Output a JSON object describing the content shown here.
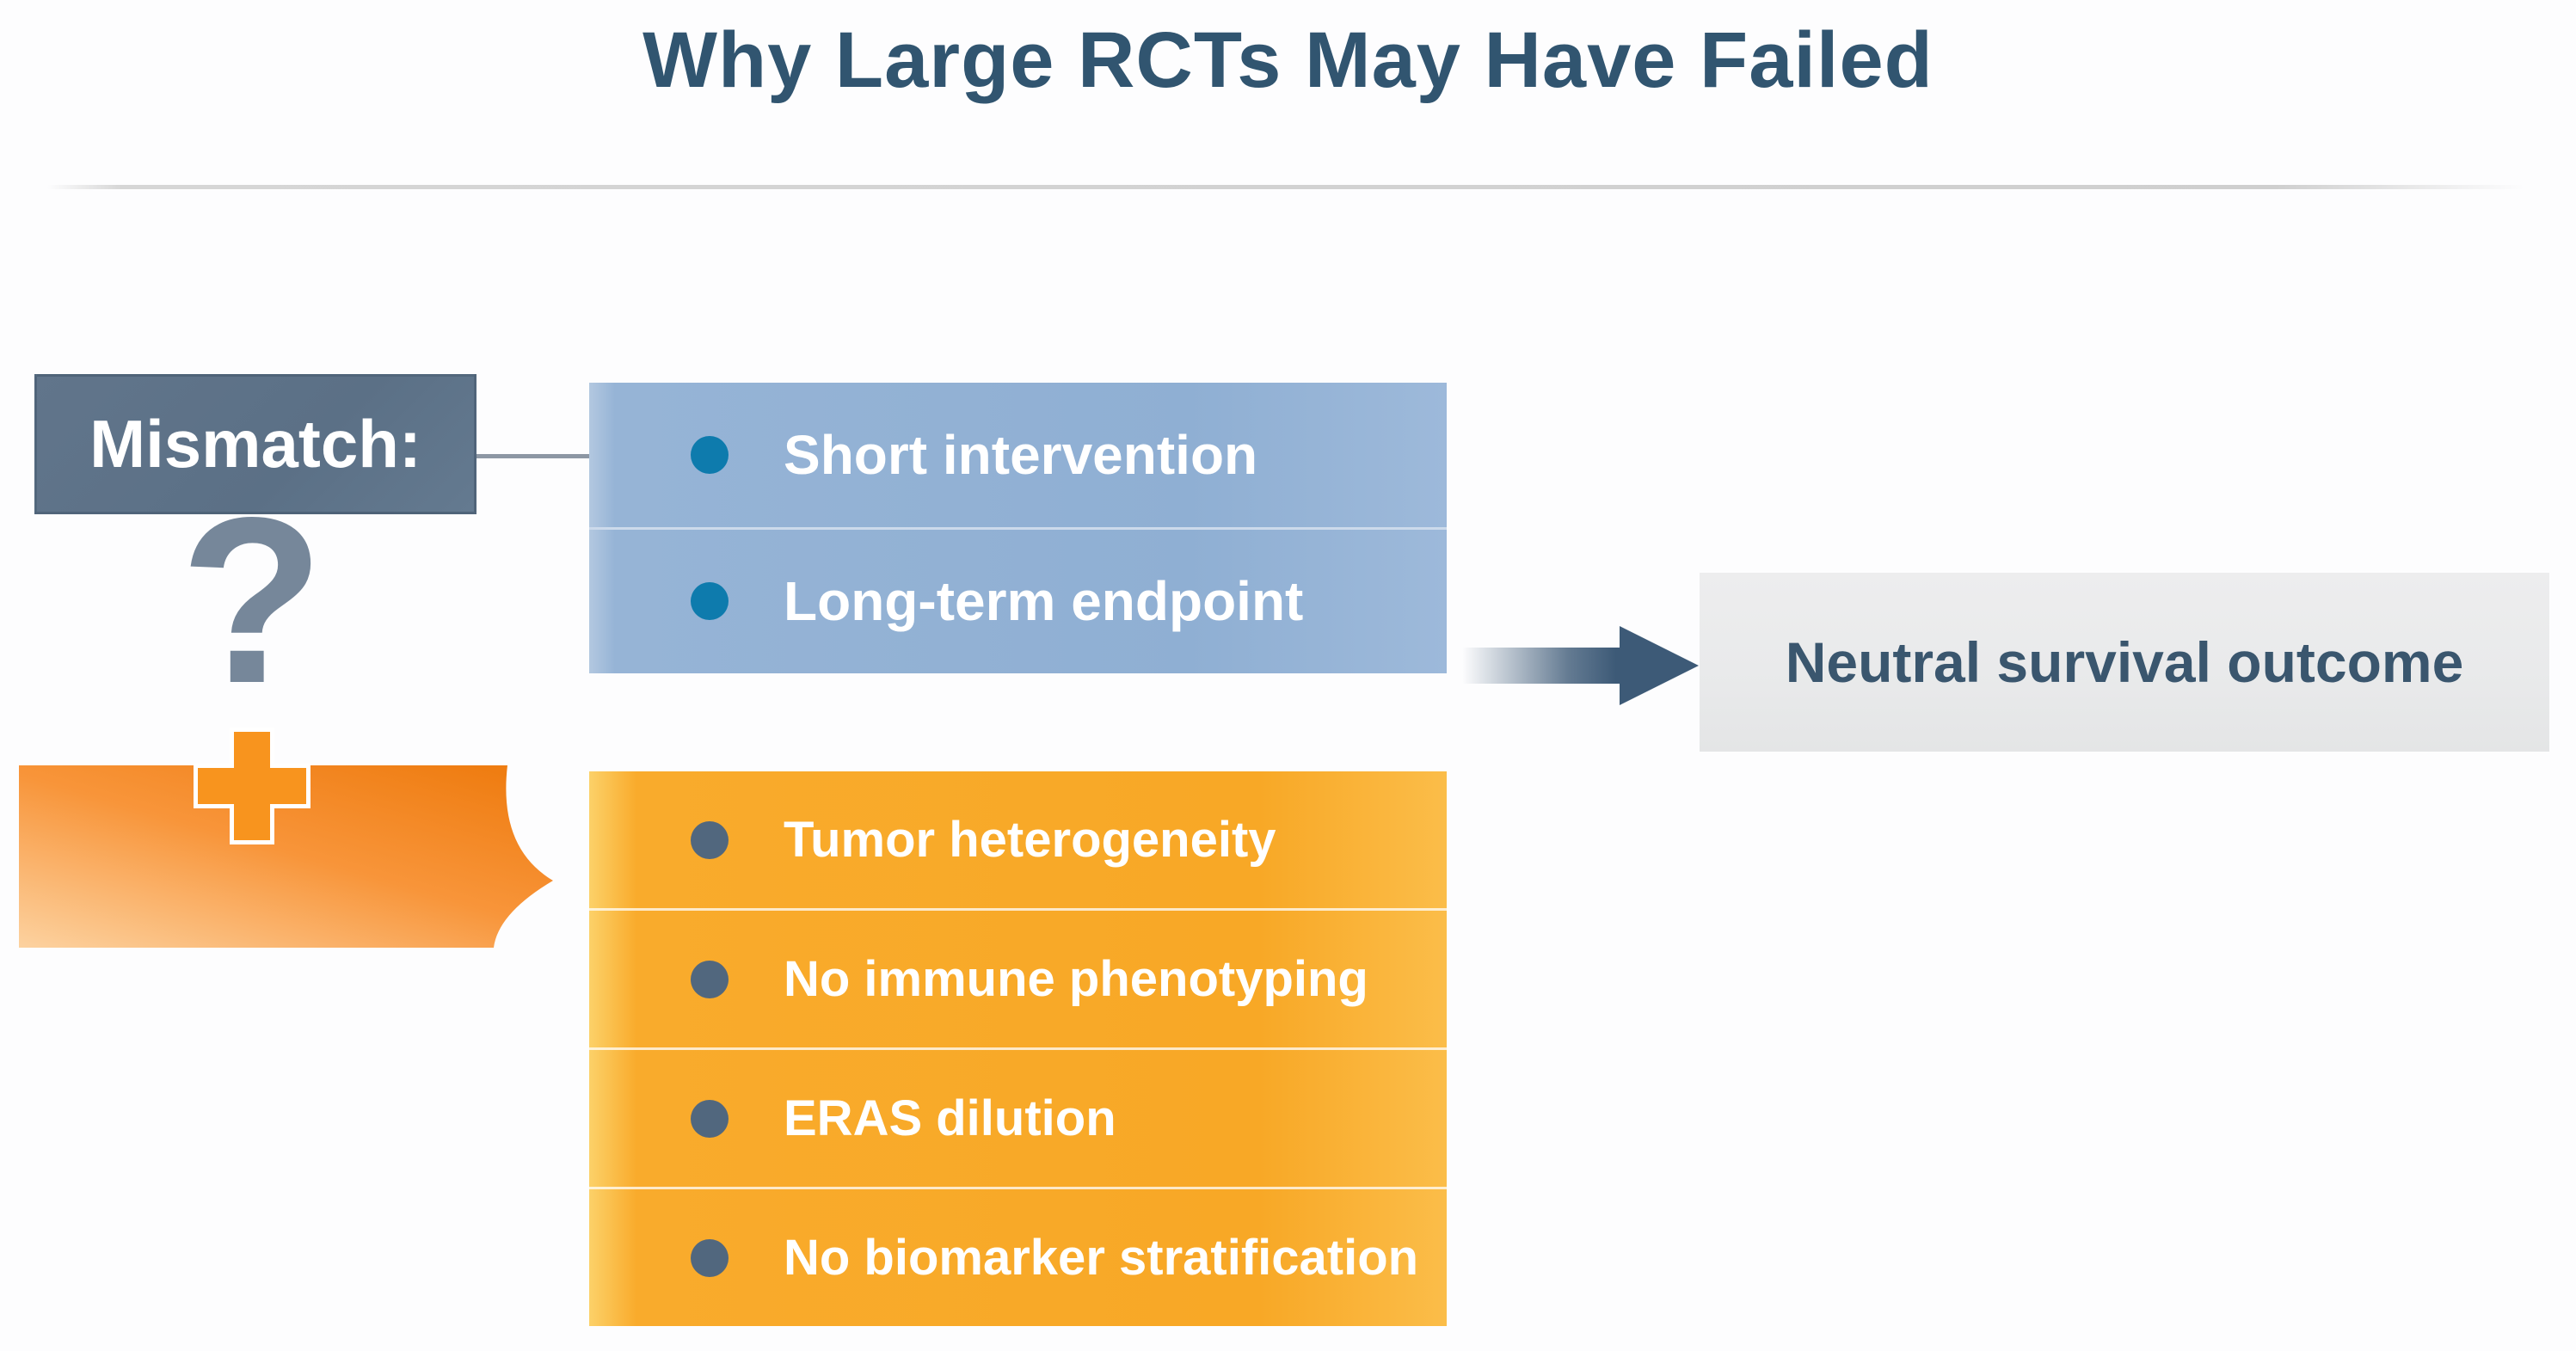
{
  "title": "Why Large RCTs May Have Failed",
  "mismatch": {
    "label": "Mismatch:",
    "question_mark": "?"
  },
  "design_factors": {
    "items": [
      "Short intervention",
      "Long-term endpoint"
    ]
  },
  "biology_factors": {
    "items": [
      "Tumor heterogeneity",
      "No immune phenotyping",
      "ERAS dilution",
      "No biomarker stratification"
    ]
  },
  "outcome": {
    "label": "Neutral survival outcome"
  },
  "icons": {
    "question_mark_icon": "question mark",
    "plus_icon": "plus / medical cross",
    "ribbon_icon": "orange ribbon banner with pointed tail",
    "arrow_icon": "right arrow",
    "bullet_icon": "round bullet dot"
  },
  "colors": {
    "title_text": "#315570",
    "divider": "#d0d0d0",
    "mismatch_box": "#5e7389",
    "mismatch_text": "#ffffff",
    "design_box": "#93b1d4",
    "design_bullet": "#0e7bad",
    "design_text": "#ffffff",
    "biology_box": "#f8a826",
    "biology_bullet": "#51677e",
    "biology_text": "#ffffff",
    "ribbon_orange_dark": "#ef7d12",
    "ribbon_orange_light": "#fcd2a0",
    "plus_orange": "#f8941e",
    "question_mark": "#76879a",
    "arrow": "#3d5a77",
    "outcome_box": "#eaebec",
    "outcome_text": "#3a566e"
  }
}
